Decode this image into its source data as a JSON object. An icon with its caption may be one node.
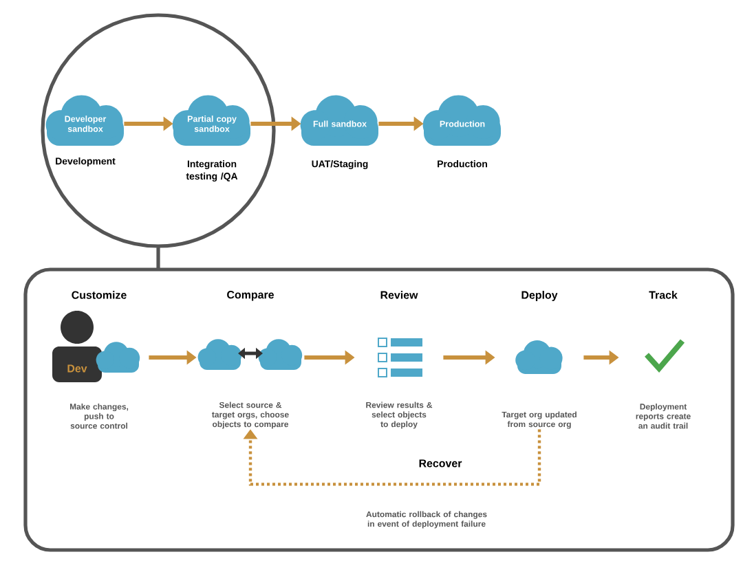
{
  "diagram": {
    "nodes": [
      {
        "text": [
          "Developer sandbox"
        ],
        "beside": [
          "Development"
        ]
      },
      {
        "text": [
          "Partial copy sandbox"
        ],
        "beside": [
          "Integration testing /QA"
        ]
      },
      {
        "text": [
          "Full sandbox"
        ],
        "beside": [
          "UAT/Staging"
        ]
      },
      {
        "text": [
          "Production"
        ],
        "beside": [
          "Production"
        ]
      },
      {
        "text": [],
        "shape": "box"
      },
      {
        "text": [
          "Customize",
          "Dev",
          "Make changes, push to source control"
        ],
        "in": 4
      },
      {
        "text": [
          "Compare",
          "Select source & target orgs, choose objects to compare"
        ],
        "in": 4
      },
      {
        "text": [
          "Review",
          "Review results & select objects to deploy"
        ],
        "in": 4
      },
      {
        "text": [
          "Deploy",
          "Target org updated from source org"
        ],
        "in": 4
      },
      {
        "text": [
          "Track",
          "Deployment reports create an audit trail"
        ],
        "in": 4
      }
    ],
    "edges": [
      {
        "from": 0,
        "to": 1,
        "arrow": "to"
      },
      {
        "from": 1,
        "to": 2,
        "arrow": "to"
      },
      {
        "from": 2,
        "to": 3,
        "arrow": "to"
      },
      {
        "from": 5,
        "to": 6,
        "arrow": "to"
      },
      {
        "from": 6,
        "to": 7,
        "arrow": "to"
      },
      {
        "from": 7,
        "to": 8,
        "arrow": "to"
      },
      {
        "from": 8,
        "to": 9,
        "arrow": "to"
      },
      {
        "from": 8,
        "to": 6,
        "arrow": "to",
        "style": "dashed",
        "label": "Recover"
      }
    ],
    "labels": [
      "Automatic rollback of changes in event of deployment failure"
    ]
  }
}
